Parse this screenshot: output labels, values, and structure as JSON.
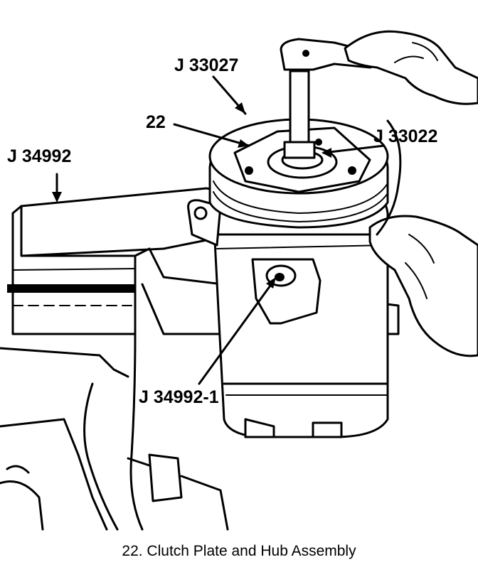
{
  "figure": {
    "callouts": {
      "j33027": "J 33027",
      "ref22": "22",
      "j34992": "J 34992",
      "j33022": "J 33022",
      "j34992_1": "J 34992-1"
    },
    "caption": "22.  Clutch Plate and Hub Assembly"
  }
}
